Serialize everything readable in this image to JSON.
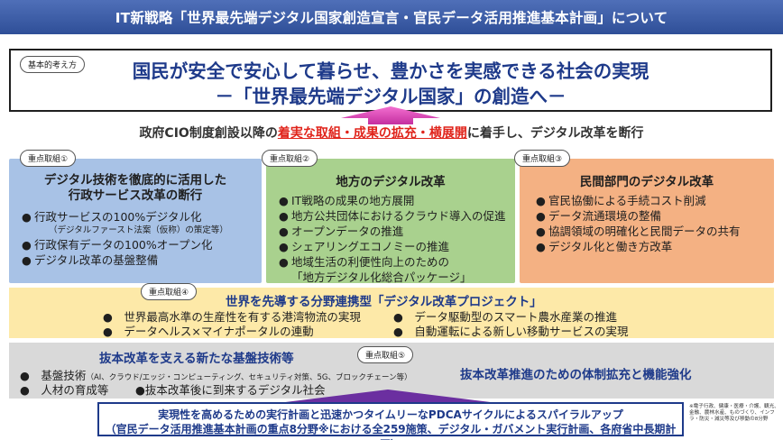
{
  "header": {
    "title": "IT新戦略「世界最先端デジタル国家創造宣言・官民データ活用推進基本計画」について"
  },
  "basic": {
    "tag": "基本的考え方",
    "line1": "国民が安全で安心して暮らせ、豊かさを実感できる社会の実現",
    "line2": "－「世界最先端デジタル国家」の創造へ－"
  },
  "subline": {
    "prefix": "政府CIO制度創設以降の",
    "highlight": "着実な取組・成果の拡充・横展開",
    "suffix": "に着手し、デジタル改革を断行"
  },
  "initiatives": [
    {
      "tag": "重点取組①",
      "title_line1": "デジタル技術を徹底的に活用した",
      "title_line2": "行政サービス改革の断行",
      "items": [
        "行政サービスの100%デジタル化",
        "（デジタルファースト法案（仮称）の策定等）",
        "行政保有データの100%オープン化",
        "デジタル改革の基盤整備"
      ]
    },
    {
      "tag": "重点取組②",
      "title": "地方のデジタル改革",
      "items": [
        "IT戦略の成果の地方展開",
        "地方公共団体におけるクラウド導入の促進",
        "オープンデータの推進",
        "シェアリングエコノミーの推進",
        "地域生活の利便性向上のための",
        "「地方デジタル化総合パッケージ」"
      ]
    },
    {
      "tag": "重点取組③",
      "title": "民間部門のデジタル改革",
      "items": [
        "官民協働による手続コスト削減",
        "データ流通環境の整備",
        "協調領域の明確化と民間データの共有",
        "デジタル化と働き方改革"
      ]
    }
  ],
  "project": {
    "tag": "重点取組④",
    "title": "世界を先導する分野連携型「デジタル改革プロジェクト」",
    "items": [
      "世界最高水準の生産性を有する港湾物流の実現",
      "データ駆動型のスマート農水産業の推進",
      "データヘルス×マイナポータルの連動",
      "自動運転による新しい移動サービスの実現"
    ]
  },
  "base": {
    "tag": "重点取組⑤",
    "title": "抜本改革を支える新たな基盤技術等",
    "item1": "基盤技術",
    "item1_detail": "（AI、クラウド/エッジ・コンピューティング、セキュリティ対策、5G、ブロックチェーン等）",
    "item2": "人材の育成等",
    "item3": "抜本改革後に到来するデジタル社会",
    "right": "抜本改革推進のための体制拡充と機能強化"
  },
  "bottom": {
    "line1": "実現性を高めるための実行計画と迅速かつタイムリーなPDCAサイクルによるスパイラルアップ",
    "line2": "（官民データ活用推進基本計画の重点8分野※における全259施策、デジタル・ガバメント実行計画、各府省中長期計画）"
  },
  "footnote": "※電子行政、健康・医療・介護、観光、金融、農林水産、ものづくり、インフラ・防災・減災等及び移動の8分野",
  "colors": {
    "header": "#2f4f98",
    "accent_text": "#1e3a8a",
    "highlight": "#e0241b",
    "col1": "#a8c2e6",
    "col2": "#a9d18e",
    "col3": "#f4b183",
    "project": "#fde9a8",
    "base": "#d9d9d9",
    "arrow": "#e040b8"
  }
}
